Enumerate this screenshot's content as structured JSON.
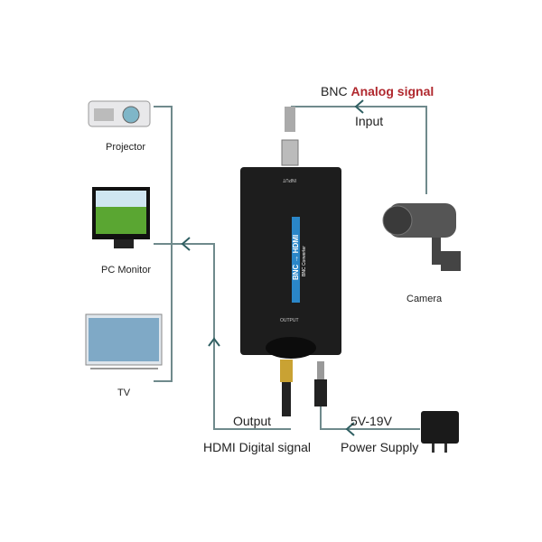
{
  "devices": {
    "projector": "Projector",
    "monitor": "PC Monitor",
    "tv": "TV",
    "camera": "Camera"
  },
  "converter": {
    "title": "BNC → HDMI",
    "subtitle": "BNC Converter",
    "input_port": "INPUT",
    "output_port": "OUTPUT"
  },
  "signals": {
    "bnc_prefix": "BNC",
    "bnc_highlight": "Analog signal",
    "input": "Input",
    "output": "Output",
    "hdmi": "HDMI Digital signal",
    "voltage": "5V-19V",
    "power": "Power Supply"
  },
  "colors": {
    "line": "#6f8a8c",
    "accent_red": "#b0282e",
    "label_blue": "#2a86c8"
  }
}
